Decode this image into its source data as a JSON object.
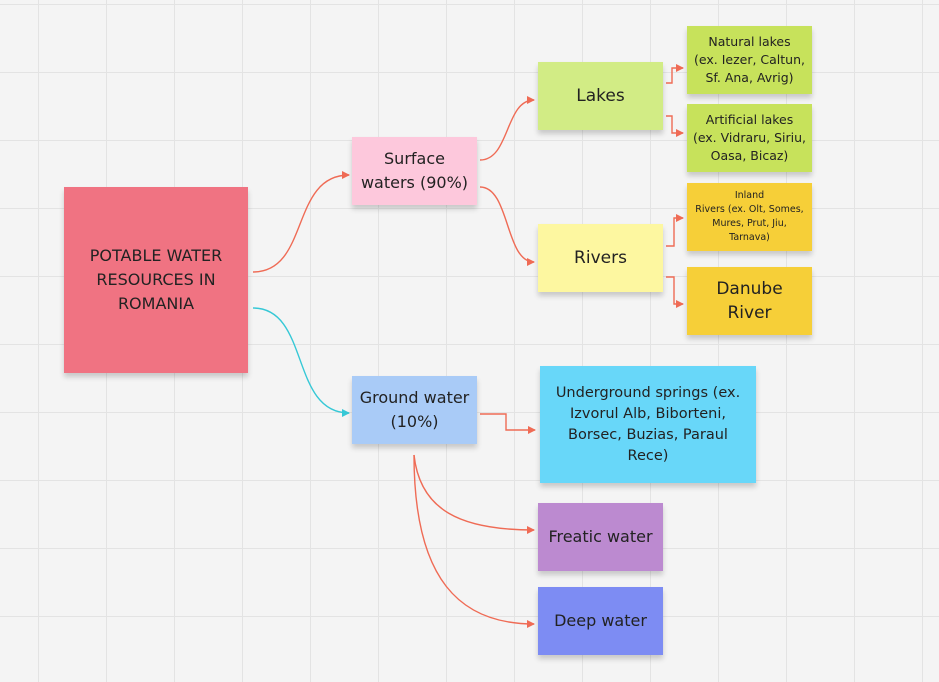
{
  "notes": {
    "root": {
      "text": "POTABLE WATER\nRESOURCES IN\nROMANIA",
      "color": "#f07382"
    },
    "surface": {
      "text": "Surface\nwaters (90%)",
      "color": "#fdc8dc"
    },
    "ground": {
      "text": "Ground water\n(10%)",
      "color": "#a9cbf7"
    },
    "lakes": {
      "text": "Lakes",
      "color": "#d2ec85"
    },
    "rivers": {
      "text": "Rivers",
      "color": "#fdf7a0"
    },
    "natural_lakes": {
      "text": "Natural lakes\n(ex. Iezer, Caltun,\nSf. Ana, Avrig)",
      "color": "#c7e25b"
    },
    "artificial_lakes": {
      "text": "Artificial lakes\n(ex. Vidraru, Siriu,\nOasa, Bicaz)",
      "color": "#c7e25b"
    },
    "inland_rivers": {
      "text": "Inland\nRivers (ex. Olt, Somes,\nMures, Prut, Jiu,\nTarnava)",
      "color": "#f6cf38"
    },
    "danube": {
      "text": "Danube\nRiver",
      "color": "#f6cf38"
    },
    "springs": {
      "text": "Underground springs (ex.\nIzvorul Alb, Biborteni,\nBorsec, Buzias, Paraul\nRece)",
      "color": "#68d7f9"
    },
    "freatic": {
      "text": "Freatic water",
      "color": "#bc8ad0"
    },
    "deep": {
      "text": "Deep water",
      "color": "#7d8cf3"
    }
  },
  "connector_colors": {
    "default": "#ef6b55",
    "ground": "#36c8d6"
  }
}
